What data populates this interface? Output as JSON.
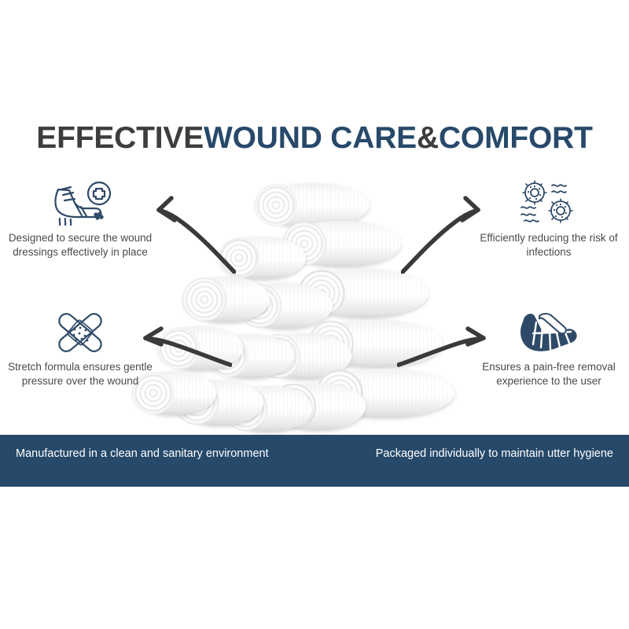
{
  "title": {
    "part1": "EFFECTIVE",
    "part2": "WOUND CARE",
    "part3": "&",
    "part4": "COMFORT"
  },
  "colors": {
    "navy": "#27496a",
    "dark_gray": "#3d3d3d",
    "body_text": "#4a4a4a",
    "banner_bg": "#27496a",
    "banner_text": "#ffffff",
    "arrow": "#3a3a3a"
  },
  "features": [
    {
      "id": "designed-to-secure",
      "icon": "bandaged-foot-with-medical-cross-icon",
      "text": "Designed to secure the wound dressings effectively in place",
      "position": "top-left"
    },
    {
      "id": "stretch-formula",
      "icon": "crossed-adhesive-bandages-icon",
      "text": "Stretch formula ensures gentle pressure over the wound",
      "position": "bottom-left"
    },
    {
      "id": "reducing-infections",
      "icon": "germs-and-waves-icon",
      "text": "Efficiently reducing the risk of infections",
      "position": "top-right"
    },
    {
      "id": "pain-free-removal",
      "icon": "wrapped-foot-bandage-icon",
      "text": "Ensures a pain-free removal experience to the user",
      "position": "bottom-right"
    }
  ],
  "banner": {
    "left_text": "Manufactured in a clean and sanitary environment",
    "right_text": "Packaged individually to maintain utter hygiene"
  },
  "product": {
    "name": "stacked-gauze-bandage-rolls",
    "description": "Pyramid stack of white gauze bandage rolls",
    "rows": [
      1,
      2,
      3,
      4,
      5
    ],
    "total_rolls": 15
  }
}
